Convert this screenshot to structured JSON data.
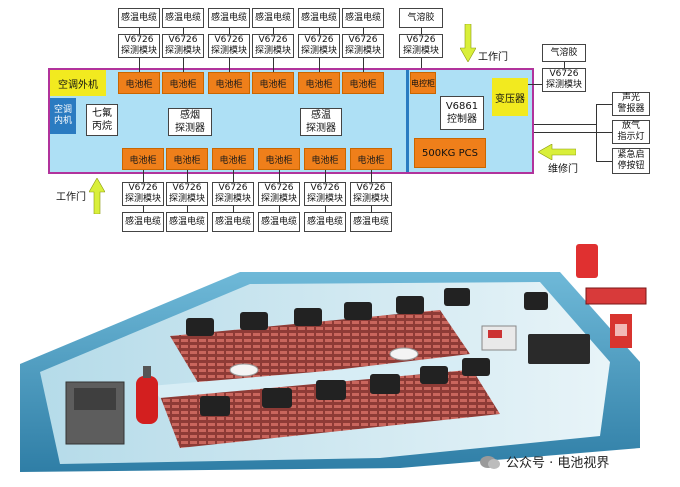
{
  "top_cables": [
    "感温电缆",
    "感温电缆",
    "感温电缆",
    "感温电缆",
    "感温电缆",
    "感温电缆"
  ],
  "top_modules": [
    "V6726\n探测模块",
    "V6726\n探测模块",
    "V6726\n探测模块",
    "V6726\n探测模块",
    "V6726\n探测模块",
    "V6726\n探测模块"
  ],
  "top_cabinets": [
    "电池柜",
    "电池柜",
    "电池柜",
    "电池柜",
    "电池柜",
    "电池柜"
  ],
  "bottom_cabinets": [
    "电池柜",
    "电池柜",
    "电池柜",
    "电池柜",
    "电池柜",
    "电池柜"
  ],
  "bottom_modules": [
    "V6726\n探测模块",
    "V6726\n探测模块",
    "V6726\n探测模块",
    "V6726\n探测模块",
    "V6726\n探测模块",
    "V6726\n探测模块"
  ],
  "bottom_cables": [
    "感温电缆",
    "感温电缆",
    "感温电缆",
    "感温电缆",
    "感温电缆",
    "感温电缆"
  ],
  "aerosol_top": "气溶胶",
  "aerosol_top_module": "V6726\n探测模块",
  "aerosol_right": "气溶胶",
  "aerosol_right_module": "V6726\n探测模块",
  "ac_outdoor": "空调外机",
  "ac_indoor": "空调\n内机",
  "heptafluoropropane": "七氟\n丙烷",
  "smoke_detector": "感烟\n探测器",
  "heat_detector": "感温\n探测器",
  "control_cabinet": "电控柜",
  "controller": "V6861\n控制器",
  "transformer": "变压器",
  "pcs": "500KG PCS",
  "work_door_top": "工作门",
  "work_door_left": "工作门",
  "maintenance_door": "维修门",
  "sound_light_alarm": "声光\n警报器",
  "discharge_lamp": "放气\n指示灯",
  "emergency_stop": "紧急启\n停按钮",
  "watermark": "公众号 · 电池视界",
  "colors": {
    "container": "#aee0f5",
    "cabinet": "#ef7f1a",
    "outline": "#b1339c",
    "transformer": "#f2ea1f",
    "arrow": "#d9ef3a",
    "blue": "#2a7bc1"
  }
}
